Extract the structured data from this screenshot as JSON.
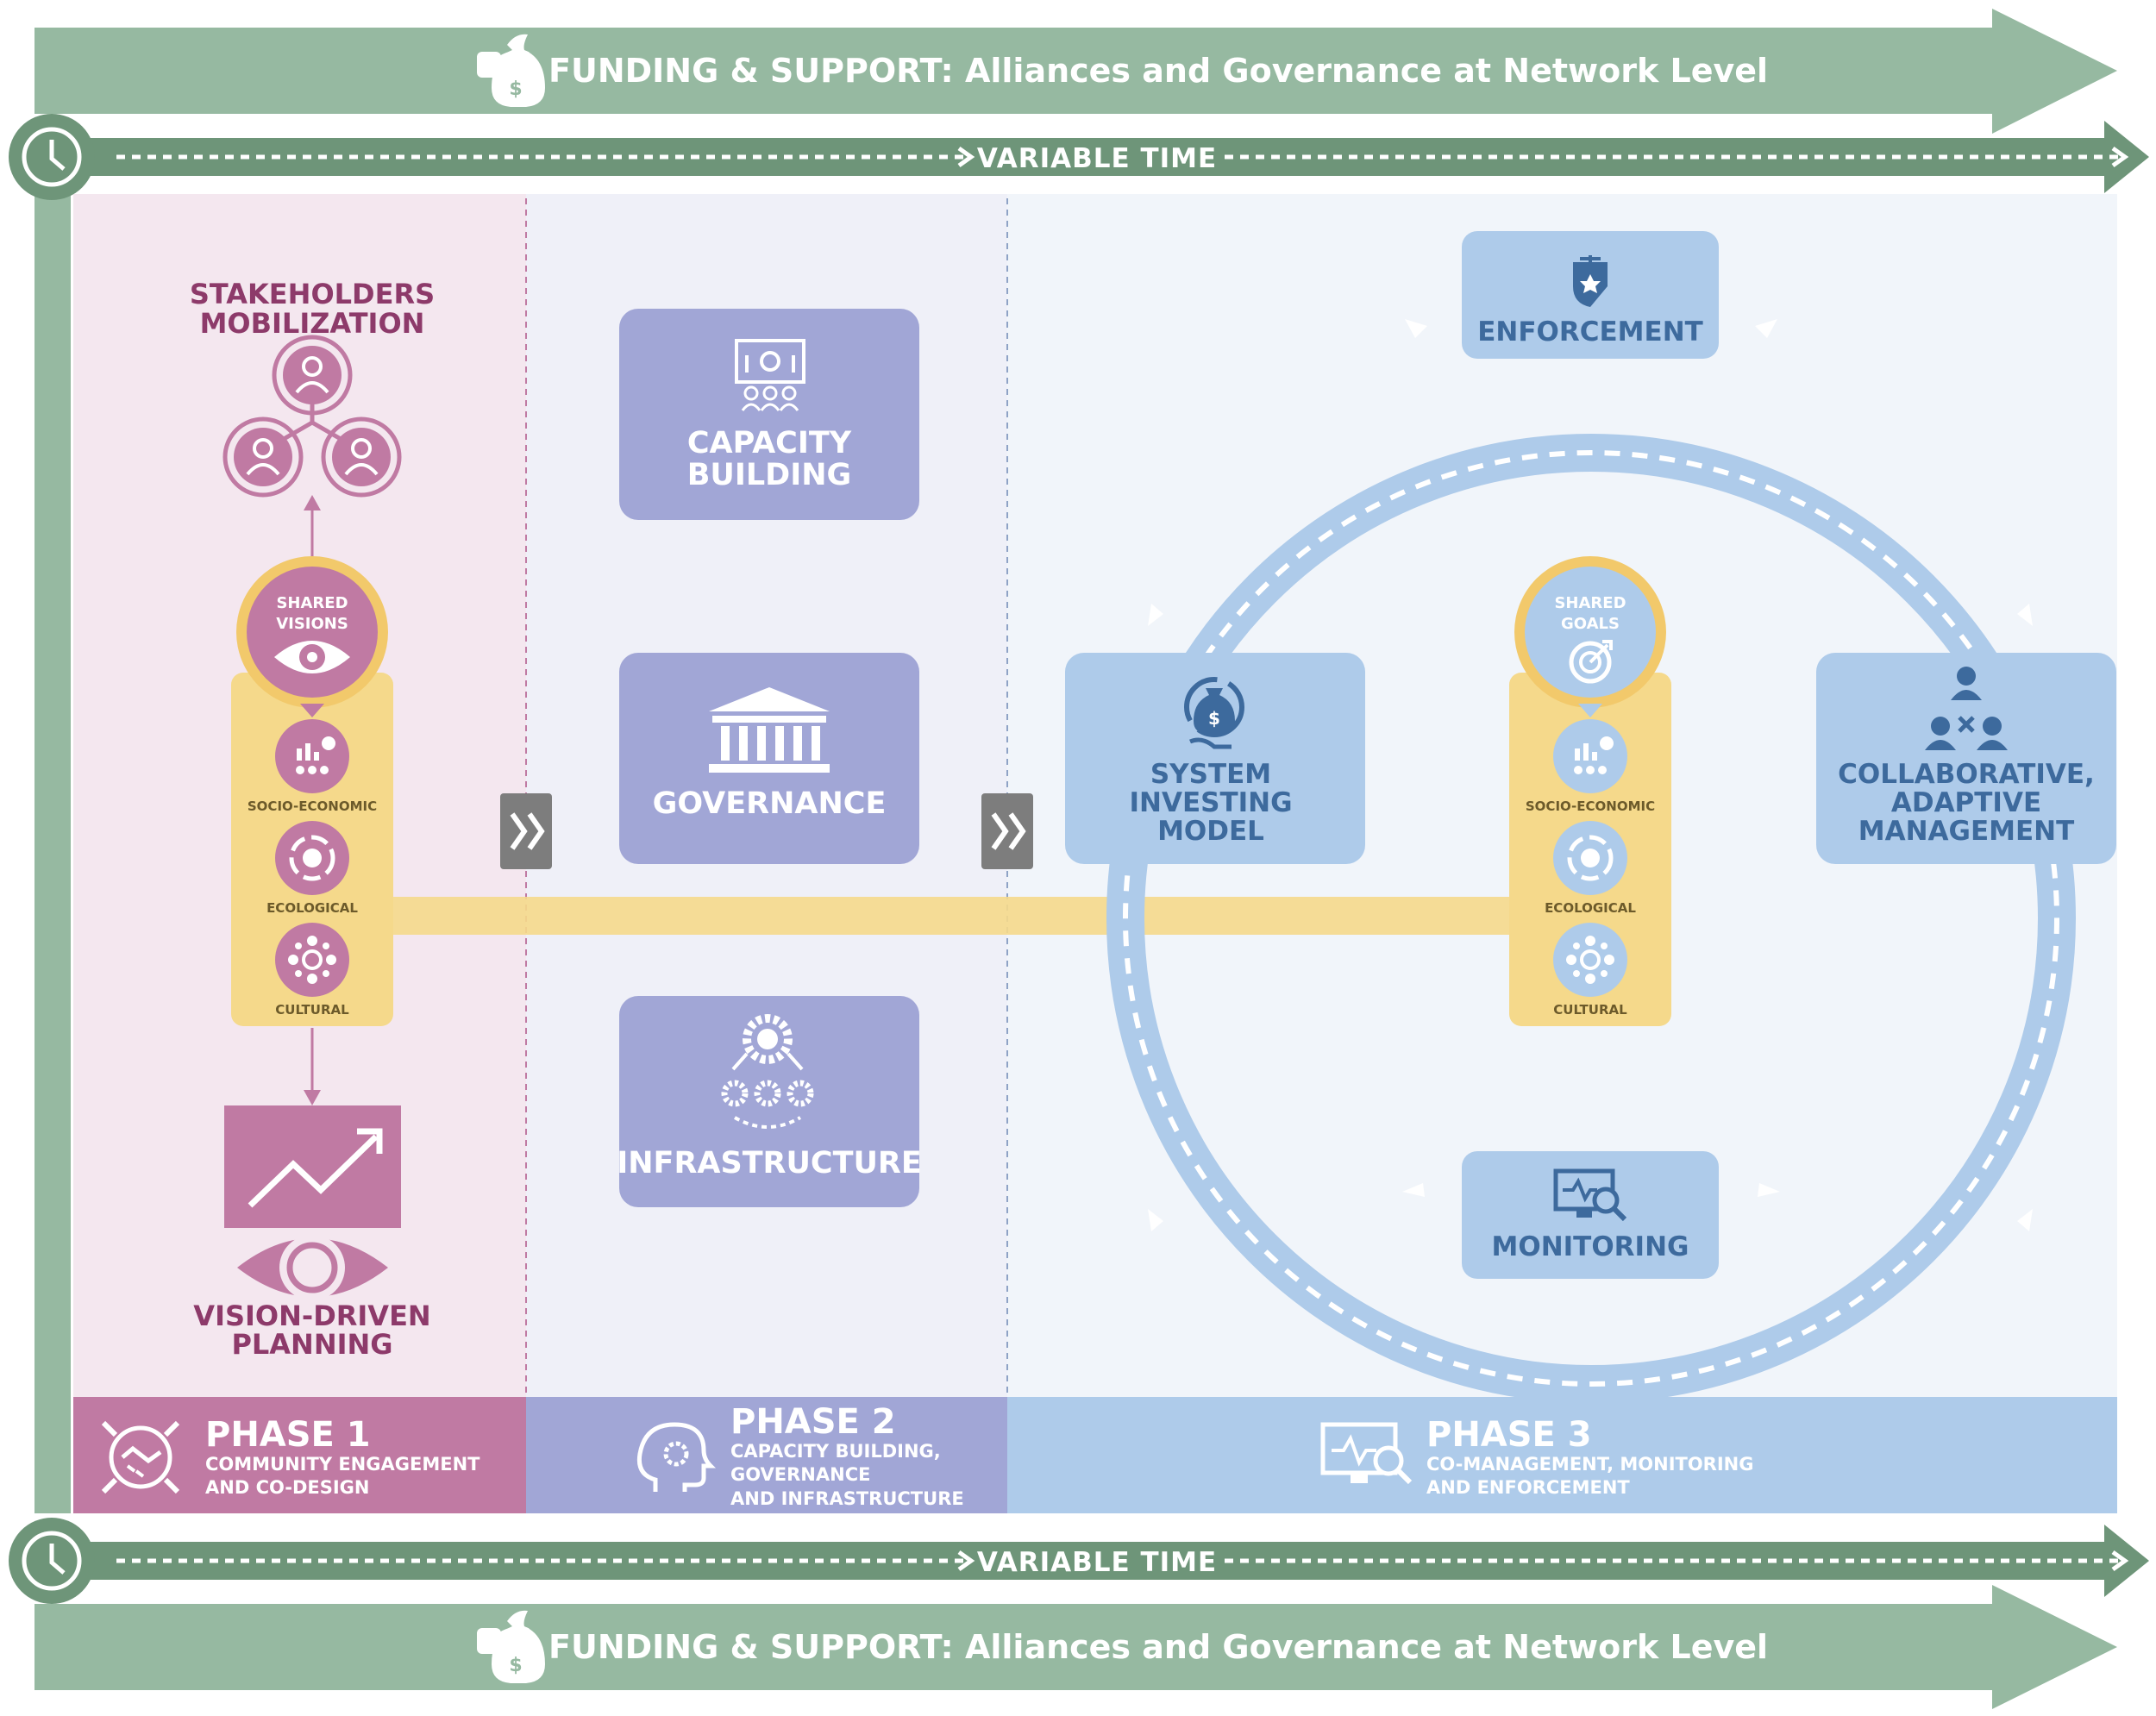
{
  "banners": {
    "top": {
      "bold": "FUNDING & SUPPORT:",
      "rest": "Alliances and Governance at Network Level"
    },
    "bottom": {
      "bold": "FUNDING & SUPPORT:",
      "rest": "Alliances and Governance at Network Level"
    }
  },
  "timeline": {
    "top_label": "VARIABLE TIME",
    "bottom_label": "VARIABLE TIME"
  },
  "phase1": {
    "stakeholders": [
      "STAKEHOLDERS",
      "MOBILIZATION"
    ],
    "shared_visions": [
      "SHARED",
      "VISIONS"
    ],
    "pillars": [
      "SOCIO-ECONOMIC",
      "ECOLOGICAL",
      "CULTURAL"
    ],
    "vision_planning": [
      "VISION-DRIVEN",
      "PLANNING"
    ]
  },
  "phase2": {
    "capacity": [
      "CAPACITY",
      "BUILDING"
    ],
    "governance": "GOVERNANCE",
    "infrastructure": "INFRASTRUCTURE"
  },
  "phase3": {
    "enforcement": "ENFORCEMENT",
    "system_investing": [
      "SYSTEM",
      "INVESTING",
      "MODEL"
    ],
    "collaborative": [
      "COLLABORATIVE,",
      "ADAPTIVE",
      "MANAGEMENT"
    ],
    "monitoring": "MONITORING",
    "shared_goals": [
      "SHARED",
      "GOALS"
    ],
    "pillars": [
      "SOCIO-ECONOMIC",
      "ECOLOGICAL",
      "CULTURAL"
    ]
  },
  "phase_bar": [
    {
      "title": "PHASE 1",
      "lines": [
        "COMMUNITY ENGAGEMENT",
        "AND CO-DESIGN"
      ]
    },
    {
      "title": "PHASE 2",
      "lines": [
        "CAPACITY BUILDING,",
        "GOVERNANCE",
        "AND INFRASTRUCTURE"
      ]
    },
    {
      "title": "PHASE 3",
      "lines": [
        "CO-MANAGEMENT, MONITORING",
        "AND ENFORCEMENT"
      ]
    }
  ],
  "colors": {
    "green": "#96b9a1",
    "dark_green": "#6e9579",
    "magenta": "#c07aa3",
    "magenta_text": "#8d3a6a",
    "lavender": "#a1a6d6",
    "light_blue": "#aecbea",
    "blue_text": "#3d6a9d",
    "yellow": "#f5d98b",
    "gold_ring": "#f2c96b"
  }
}
